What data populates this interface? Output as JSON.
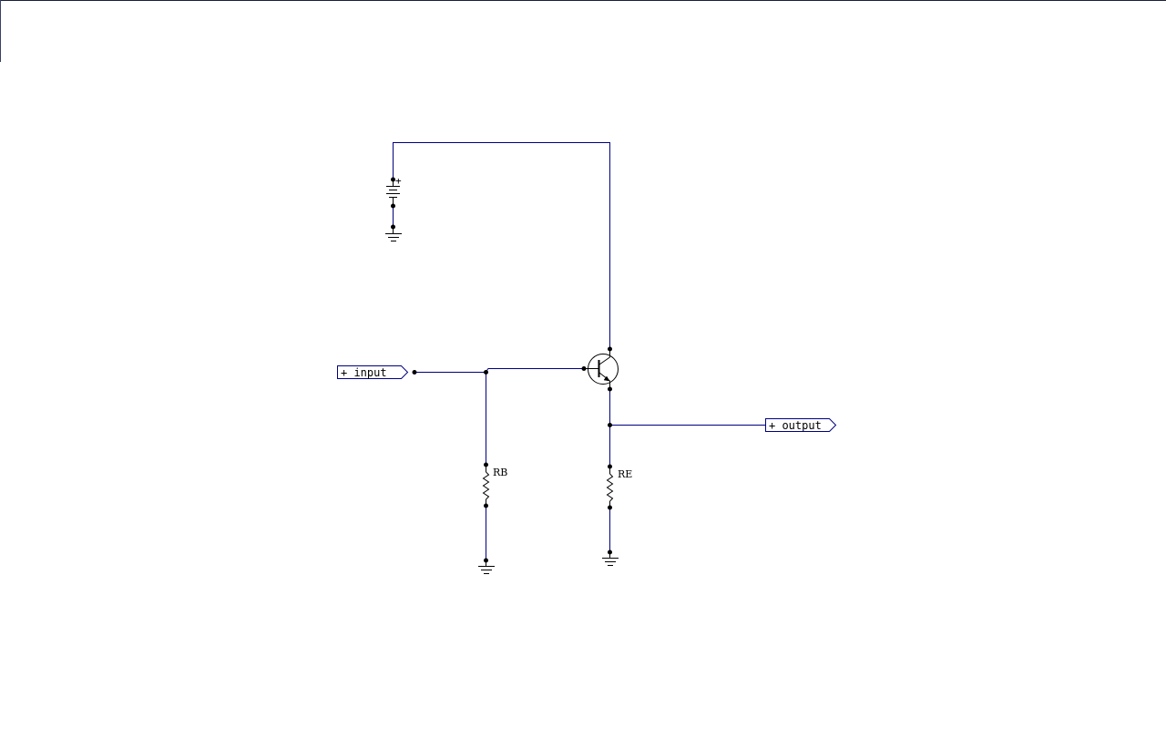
{
  "ports": {
    "input": {
      "label": "+ input"
    },
    "output": {
      "label": "+ output"
    }
  },
  "components": {
    "rb": {
      "ref": "RB"
    },
    "re": {
      "ref": "RE"
    },
    "battery": {
      "polarity": "+"
    }
  },
  "colors": {
    "wire": "#000080",
    "symbol": "#000000",
    "background": "#ffffff"
  }
}
